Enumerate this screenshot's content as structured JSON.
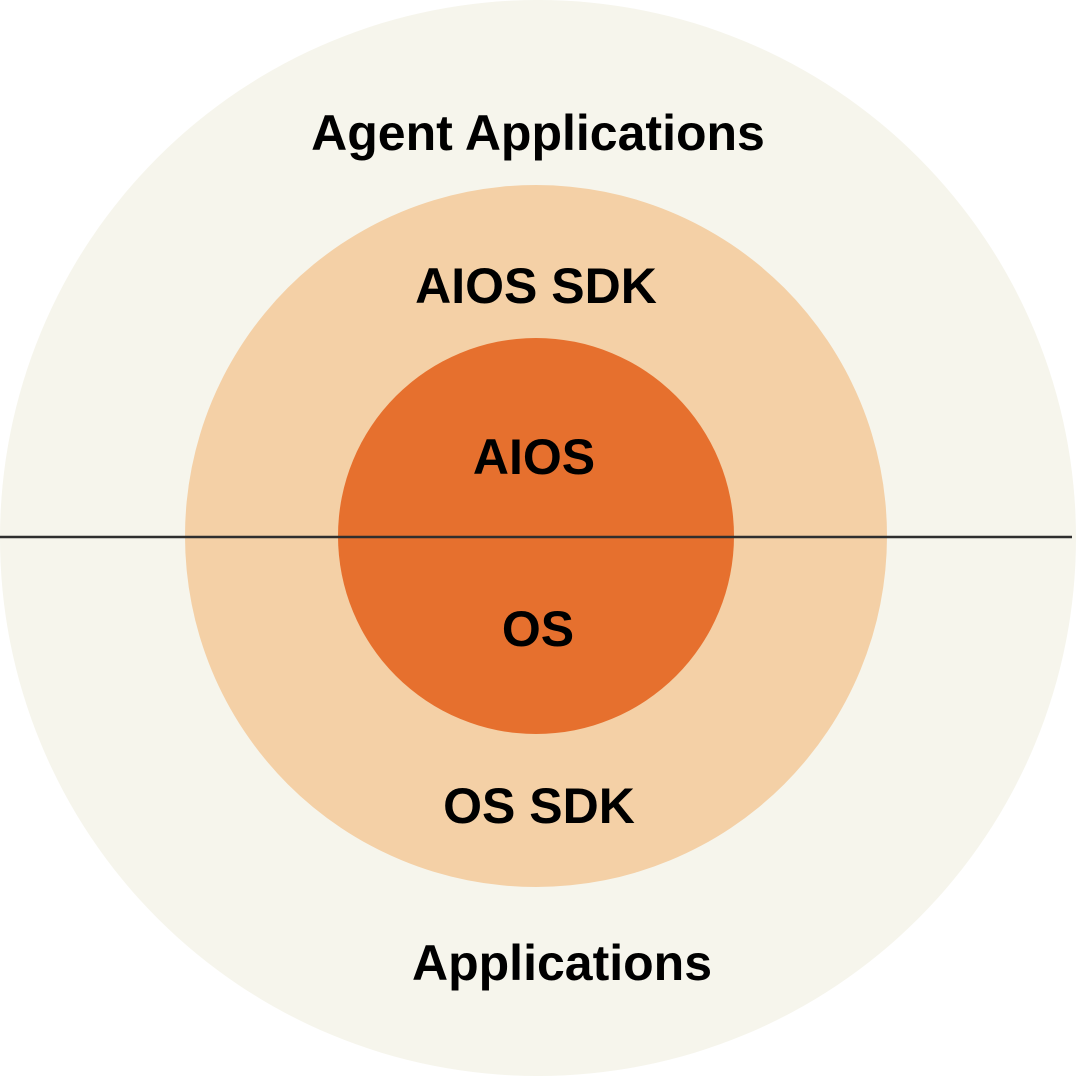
{
  "diagram": {
    "layers": {
      "outer": {
        "top_label": "Agent Applications",
        "bottom_label": "Applications",
        "color": "#F6F5EC"
      },
      "middle": {
        "top_label": "AIOS SDK",
        "bottom_label": "OS SDK",
        "color": "#F4D0A6"
      },
      "inner": {
        "top_label": "AIOS",
        "bottom_label": "OS",
        "color": "#E6702E"
      }
    },
    "divider_color": "#2E2E2E",
    "label_color": "#000000"
  }
}
